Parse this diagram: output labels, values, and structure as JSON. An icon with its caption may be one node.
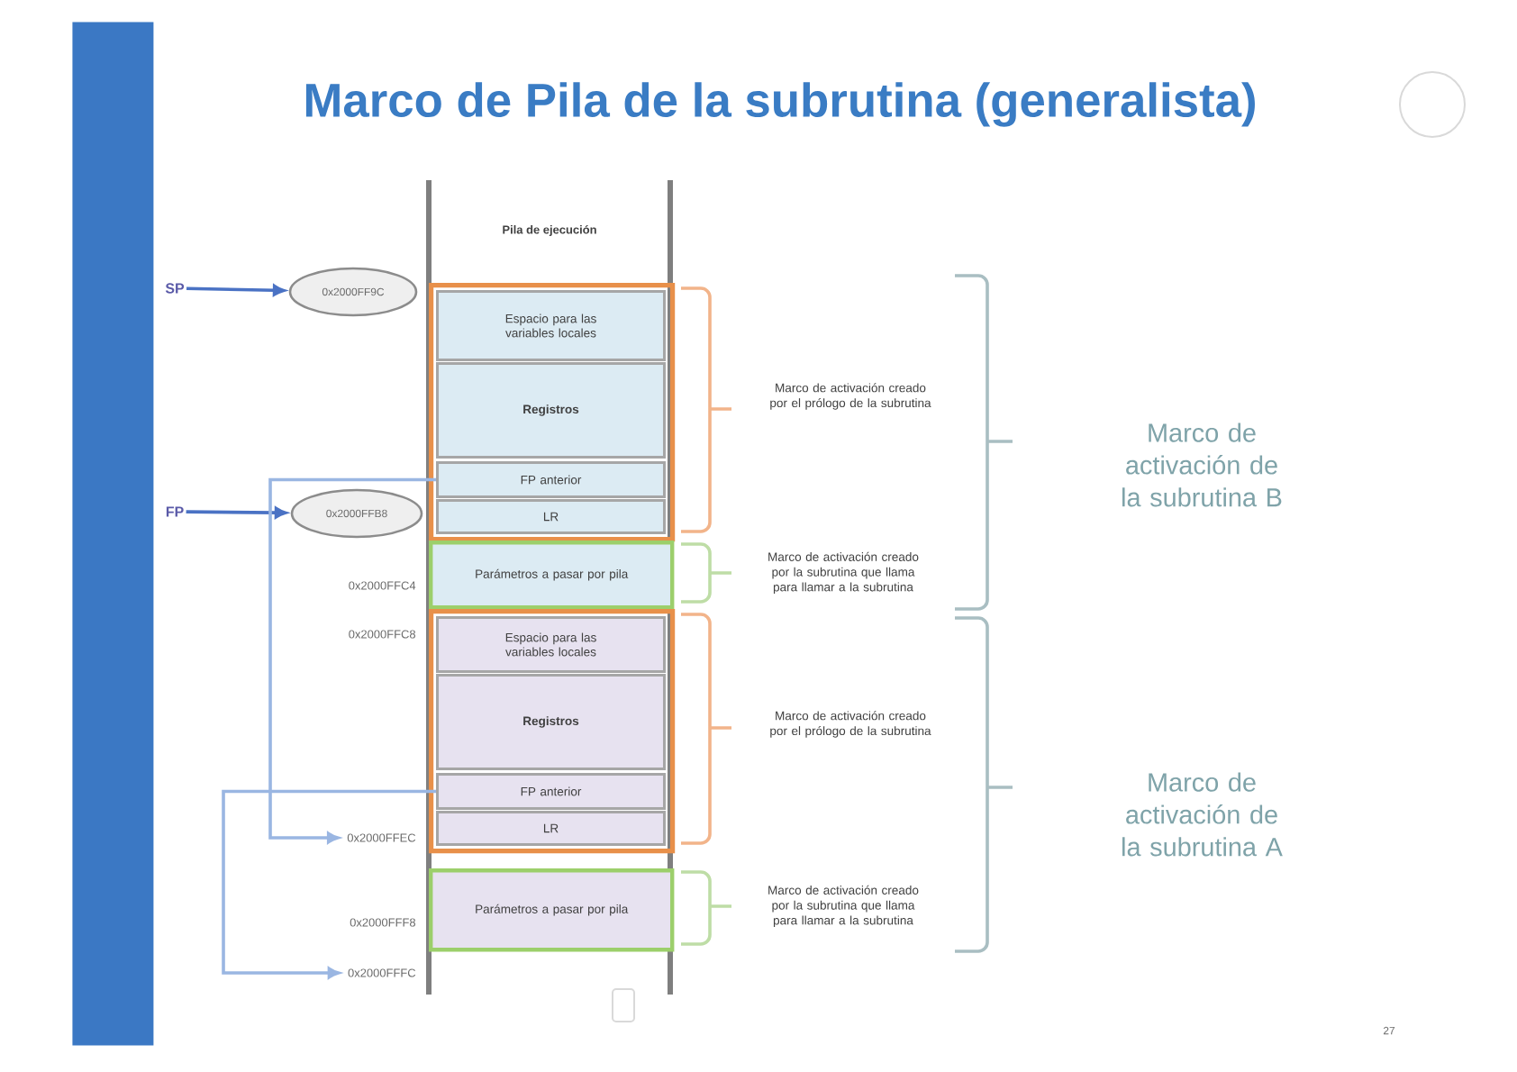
{
  "diagram": {
    "title": "Marco de Pila de la subrutina (generalista)",
    "nodes": [
      {
        "text": [
          "SP"
        ]
      },
      {
        "text": [
          "0x2000FF9C"
        ]
      },
      {
        "text": [
          "FP"
        ]
      },
      {
        "text": [
          "0x2000FFB8"
        ]
      },
      {
        "text": [],
        "shape": "box"
      },
      {
        "text": [
          "Espacio para las variables locales"
        ],
        "in": 4
      },
      {
        "text": [
          "Registros"
        ],
        "in": 4
      },
      {
        "text": [
          "FP anterior"
        ],
        "in": 4
      },
      {
        "text": [
          "LR"
        ],
        "in": 4
      },
      {
        "text": [
          "Parámetros a pasar por pila"
        ]
      },
      {
        "text": [],
        "shape": "box"
      },
      {
        "text": [
          "Espacio para las variables locales"
        ],
        "in": 10
      },
      {
        "text": [
          "Registros"
        ],
        "in": 10
      },
      {
        "text": [
          "FP anterior"
        ],
        "in": 10
      },
      {
        "text": [
          "LR"
        ],
        "in": 10
      },
      {
        "text": [
          "Parámetros a pasar por pila"
        ]
      },
      {
        "text": [
          "0x2000FFEC"
        ]
      },
      {
        "text": [
          "0x2000FFFC"
        ]
      },
      {
        "text": [],
        "shape": "bar"
      }
    ],
    "edges": [
      {
        "from": 0,
        "to": 1,
        "arrow": "to"
      },
      {
        "from": 2,
        "to": 3,
        "arrow": "to"
      },
      {
        "from": 7,
        "to": 16,
        "arrow": "to",
        "color": "#9ab6e2"
      },
      {
        "from": 13,
        "to": 17,
        "arrow": "to",
        "color": "#9ab6e2"
      }
    ],
    "labels": [
      "Pila de ejecución",
      "0x2000FFC4",
      "0x2000FFC8",
      "0x2000FFF8",
      "Marco de activación creado por el prólogo de la subrutina",
      "Marco de activación creado por la subrutina que llama para llamar a la subrutina",
      "Marco de activación creado por el prólogo de la subrutina",
      "Marco de activación creado por la subrutina que llama para llamar a la subrutina",
      "Marco de activación de la subrutina B",
      "Marco de activación de la subrutina A",
      "27"
    ]
  }
}
